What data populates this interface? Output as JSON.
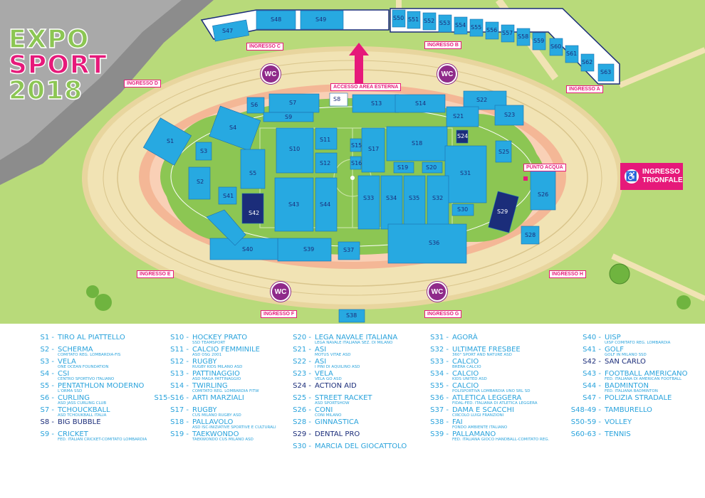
{
  "logo": {
    "line1": "EXPO",
    "line2": "SPORT",
    "line3": "2018"
  },
  "gates": {
    "a": "INGRESSO A",
    "b": "INGRESSO B",
    "c": "INGRESSO C",
    "d": "INGRESSO D",
    "e": "INGRESSO E",
    "f": "INGRESSO F",
    "g": "INGRESSO G",
    "h": "INGRESSO H"
  },
  "access_external": "ACCESSO AREA ESTERNA",
  "trionfale": {
    "line1": "INGRESSO",
    "line2": "TRIONFALE"
  },
  "punto_acqua": "PUNTO ACQUA",
  "wc": "WC",
  "colors": {
    "light_blue": "#27a9e1",
    "dark_blue": "#1b2d7a",
    "magenta": "#e6197a",
    "purple": "#8f2a8a",
    "field_green": "#8cc653",
    "grass": "#b8da7a",
    "stands": "#f1e3b4",
    "track": "#f4b796"
  },
  "stands": {
    "s1": "S1",
    "s2": "S2",
    "s3": "S3",
    "s4": "S4",
    "s5": "S5",
    "s6": "S6",
    "s7": "S7",
    "s8": "S8",
    "s9": "S9",
    "s10": "S10",
    "s11": "S11",
    "s12": "S12",
    "s13": "S13",
    "s14": "S14",
    "s15": "S15",
    "s16": "S16",
    "s17": "S17",
    "s18": "S18",
    "s19": "S19",
    "s20": "S20",
    "s21": "S21",
    "s22": "S22",
    "s23": "S23",
    "s24": "S24",
    "s25": "S25",
    "s26": "S26",
    "s28": "S28",
    "s29": "S29",
    "s30": "S30",
    "s31": "S31",
    "s32": "S32",
    "s33": "S33",
    "s34": "S34",
    "s35": "S35",
    "s36": "S36",
    "s37": "S37",
    "s38": "S38",
    "s39": "S39",
    "s40": "S40",
    "s41": "S41",
    "s42": "S42",
    "s43": "S43",
    "s44": "S44",
    "s47": "S47",
    "s48": "S48",
    "s49": "S49",
    "s50": "S50",
    "s51": "S51",
    "s52": "S52",
    "s53": "S53",
    "s54": "S54",
    "s55": "S55",
    "s56": "S56",
    "s57": "S57",
    "s58": "S58",
    "s59": "S59",
    "s60": "S60",
    "s61": "S61",
    "s62": "S62",
    "s63": "S63"
  },
  "legend": {
    "col1": [
      {
        "code": "S1 -",
        "name": "TIRO AL PIATTELLO",
        "sub": ""
      },
      {
        "code": "S2 -",
        "name": "SCHERMA",
        "sub": "COMITATO REG. LOMBARDIA-FIS"
      },
      {
        "code": "S3 -",
        "name": "VELA",
        "sub": "ONE OCEAN FOUNDATION"
      },
      {
        "code": "S4 -",
        "name": "CSI",
        "sub": "CENTRO SPORTIVO ITALIANO"
      },
      {
        "code": "S5 -",
        "name": "PENTATHLON MODERNO",
        "sub": "L'ORMA SSD"
      },
      {
        "code": "S6 -",
        "name": "CURLING",
        "sub": "ASD JASS CURLING CLUB"
      },
      {
        "code": "S7 -",
        "name": "TCHOUCKBALL",
        "sub": "ASD TCHOUKBALL ITALIA"
      },
      {
        "code": "S8 -",
        "name": "BIG BUBBLE",
        "sub": "",
        "dark": true
      },
      {
        "code": "S9 -",
        "name": "CRICKET",
        "sub": "FED. ITALIAN CRICKET-COMITATO LOMBARDIA"
      }
    ],
    "col2": [
      {
        "code": "S10 -",
        "name": "HOCKEY PRATO",
        "sub": "SSD TEAMSPORT"
      },
      {
        "code": "S11 -",
        "name": "CALCIO FEMMINILE",
        "sub": "ASD OSG 2001"
      },
      {
        "code": "S12 -",
        "name": "RUGBY",
        "sub": "RUGBY KIDS MILANO ASD"
      },
      {
        "code": "S13 -",
        "name": "PATTINAGGIO",
        "sub": "ASD MAGA PATTINAGGIO"
      },
      {
        "code": "S14 -",
        "name": "TWIRLING",
        "sub": "COMITATO REG. LOMBARDIA FITW"
      },
      {
        "code": "S15-S16 -",
        "name": "ARTI MARZIALI",
        "sub": ""
      },
      {
        "code": "S17 -",
        "name": "RUGBY",
        "sub": "CUS MILANO RUGBY ASD"
      },
      {
        "code": "S18 -",
        "name": "PALLAVOLO",
        "sub": "ASD ISC-INIZIATIVE SPORTIVE E CULTURALI"
      },
      {
        "code": "S19 -",
        "name": "TAEKWONDO",
        "sub": "TAEKWONDO CUS MILANO ASD"
      }
    ],
    "col3": [
      {
        "code": "S20 -",
        "name": "LEGA NAVALE ITALIANA",
        "sub": "LEGA NAVALE ITALIANA SEZ. DI MILANO"
      },
      {
        "code": "S21 -",
        "name": "ASI",
        "sub": "MOTUS VITAE ASD"
      },
      {
        "code": "S22 -",
        "name": "ASI",
        "sub": "I PINI DI AQUILINO ASD"
      },
      {
        "code": "S23 -",
        "name": "VELA",
        "sub": "VELA GO ASD"
      },
      {
        "code": "S24 -",
        "name": "ACTION AID",
        "sub": "",
        "dark": true
      },
      {
        "code": "S25 -",
        "name": "STREET RACKET",
        "sub": "ASD SPORTSHOW"
      },
      {
        "code": "S26 -",
        "name": "CONI",
        "sub": "CONI MILANO"
      },
      {
        "code": "S28 -",
        "name": "GINNASTICA",
        "sub": ""
      },
      {
        "code": "S29 -",
        "name": "DENTAL PRO",
        "sub": "",
        "dark": true
      },
      {
        "code": "S30 -",
        "name": "MARCIA DEL GIOCATTOLO",
        "sub": ""
      }
    ],
    "col4": [
      {
        "code": "S31 -",
        "name": "AGORÀ",
        "sub": ""
      },
      {
        "code": "S32 -",
        "name": "ULTIMATE FRESBEE",
        "sub": "360° SPORT AND NATURE ASD"
      },
      {
        "code": "S33 -",
        "name": "CALCIO",
        "sub": "BRERA CALCIO"
      },
      {
        "code": "S34 -",
        "name": "CALCIO",
        "sub": "KIDS UNITED ASD"
      },
      {
        "code": "S35 -",
        "name": "CALCIO",
        "sub": "POLISPORTIVA LOMBARDIA UNO SRL SD"
      },
      {
        "code": "S36 -",
        "name": "ATLETICA LEGGERA",
        "sub": "FIDAL-FED. ITALIANA DI ATLETICA LEGGERA"
      },
      {
        "code": "S37 -",
        "name": "DAMA E SCACCHI",
        "sub": "CIRCOLO LUIGI FRANZIONI"
      },
      {
        "code": "S38 -",
        "name": "FAI",
        "sub": "FONDO AMBIENTE ITALIANO"
      },
      {
        "code": "S39 -",
        "name": "PALLAMANO",
        "sub": "FED. ITALIANA GIOCO HANDBALL-COMITATO REG."
      }
    ],
    "col5": [
      {
        "code": "S40 -",
        "name": "UISP",
        "sub": "UISP COMITATO REG. LOMBARDIA"
      },
      {
        "code": "S41 -",
        "name": "GOLF",
        "sub": "GOLF IN MILANO SSD"
      },
      {
        "code": "S42 -",
        "name": "SAN CARLO",
        "sub": "",
        "dark": true
      },
      {
        "code": "S43 -",
        "name": "FOOTBALL AMERICANO",
        "sub": "FED. ITALIANA DI AMERICAN FOOTBALL"
      },
      {
        "code": "S44 -",
        "name": "BADMINTON",
        "sub": "FED. ITALIANA BADMINTON"
      },
      {
        "code": "S47 -",
        "name": "POLIZIA STRADALE",
        "sub": ""
      },
      {
        "code": "S48-49 -",
        "name": "TAMBURELLO",
        "sub": ""
      },
      {
        "code": "S50-59 -",
        "name": "VOLLEY",
        "sub": ""
      },
      {
        "code": "S60-63 -",
        "name": "TENNIS",
        "sub": ""
      }
    ]
  }
}
